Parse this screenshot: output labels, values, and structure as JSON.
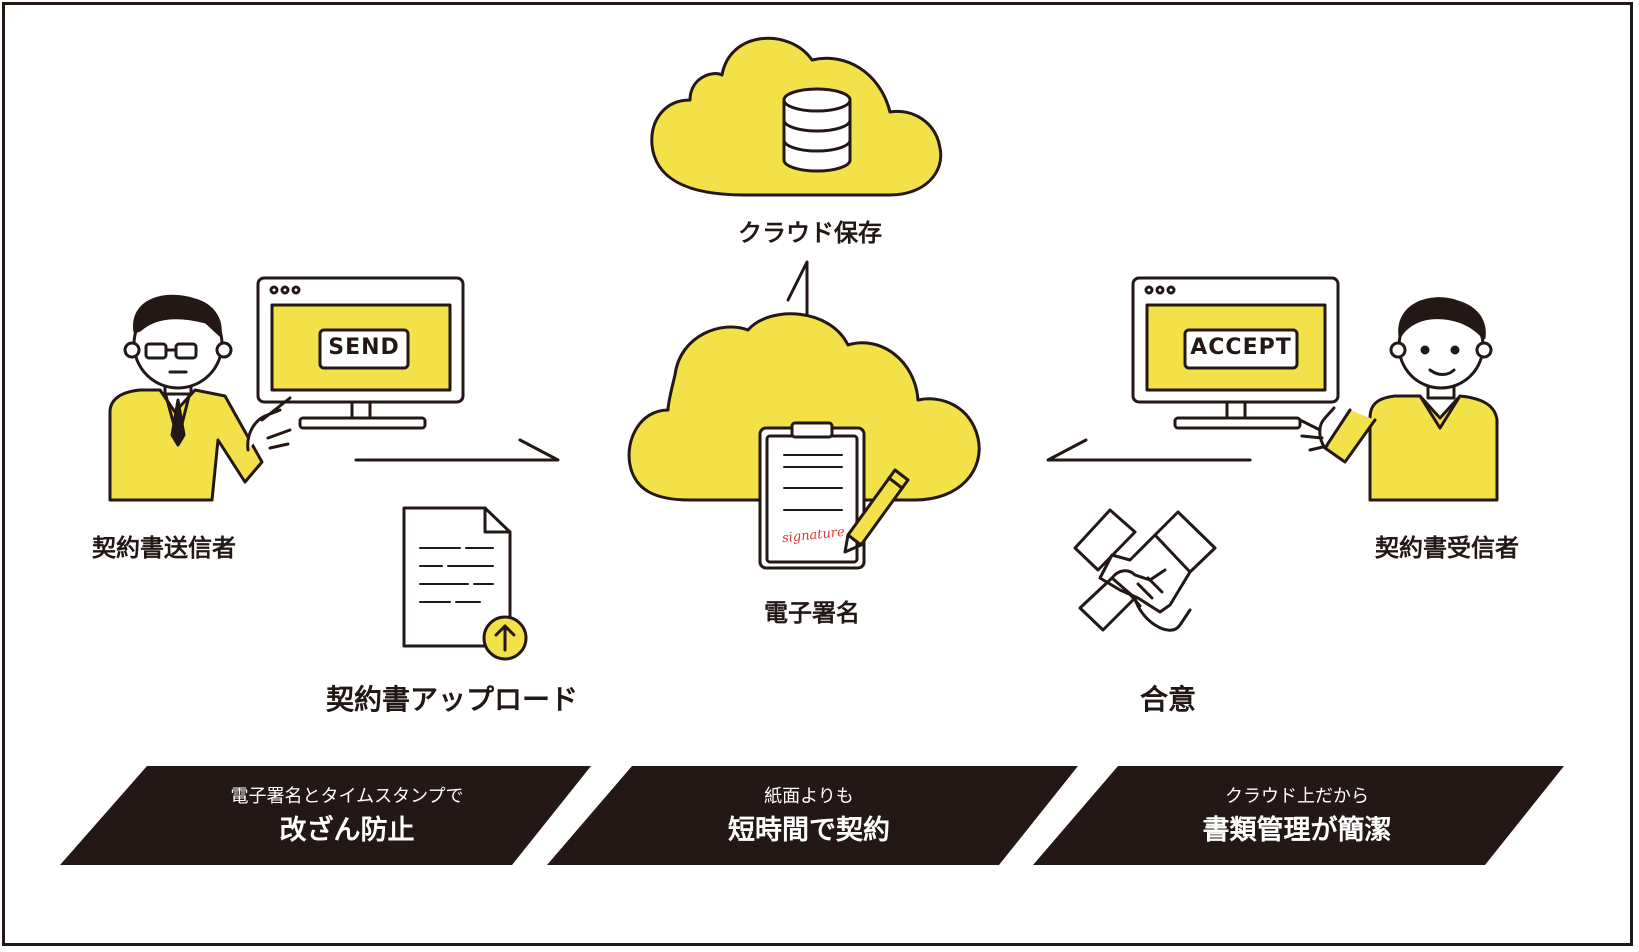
{
  "colors": {
    "accent": "#f3e14a",
    "ink": "#231815",
    "signature": "#e3382d",
    "banner": "#231815"
  },
  "labels": {
    "cloud_storage": "クラウド保存",
    "e_signature": "電子署名",
    "sender": "契約書送信者",
    "receiver": "契約書受信者",
    "upload": "契約書アップロード",
    "agreement": "合意"
  },
  "screens": {
    "send_button": "SEND",
    "accept_button": "ACCEPT"
  },
  "signature_text": "signature",
  "icons": [
    "database-icon",
    "cloud-icon",
    "clipboard-icon",
    "pencil-icon",
    "monitor-icon",
    "document-upload-icon",
    "handshake-icon",
    "person-icon"
  ],
  "banners": [
    {
      "sub": "電子署名とタイムスタンプで",
      "main": "改ざん防止"
    },
    {
      "sub": "紙面よりも",
      "main": "短時間で契約"
    },
    {
      "sub": "クラウド上だから",
      "main": "書類管理が簡潔"
    }
  ]
}
